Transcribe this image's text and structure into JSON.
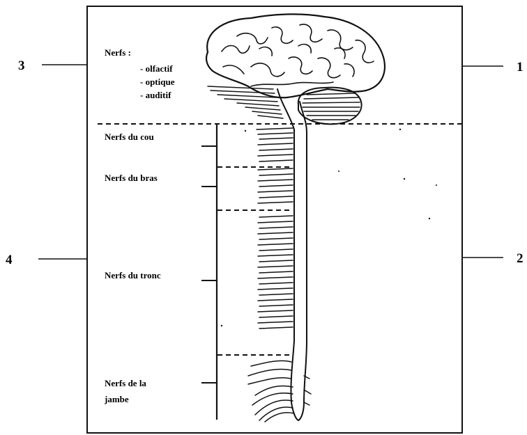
{
  "callouts": {
    "n1": "1",
    "n2": "2",
    "n3": "3",
    "n4": "4"
  },
  "head_nerves": {
    "title": "Nerfs :",
    "items": [
      "- olfactif",
      "- optique",
      "- auditif"
    ]
  },
  "regions": {
    "neck": "Nerfs du cou",
    "arm": "Nerfs du bras",
    "trunk": "Nerfs du tronc",
    "leg_line1": "Nerfs de la",
    "leg_line2": "jambe"
  },
  "colors": {
    "ink": "#111111",
    "background": "#ffffff"
  }
}
